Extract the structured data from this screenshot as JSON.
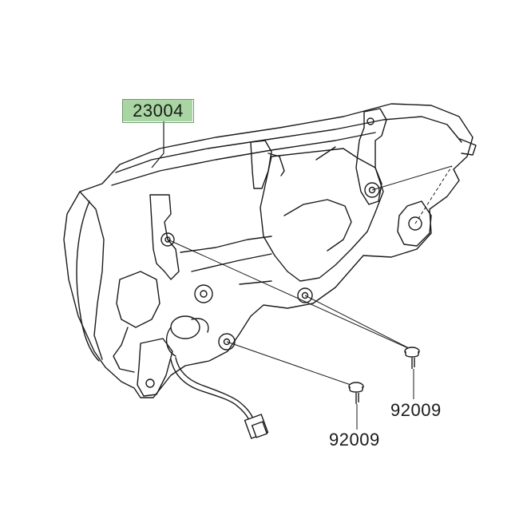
{
  "labels": {
    "main_part": "23004",
    "screw_right": "92009",
    "screw_left": "92009"
  },
  "colors": {
    "main_label_fill": "#a8d5a2",
    "line": "#1a1a1a",
    "background": "#ffffff"
  }
}
